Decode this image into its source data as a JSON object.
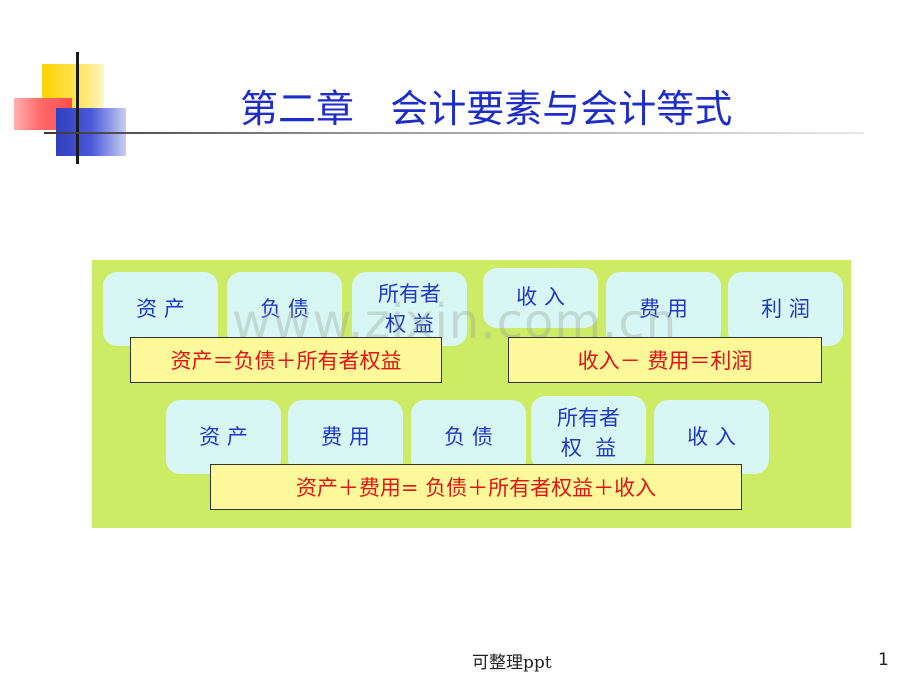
{
  "slide": {
    "title": "第二章   会计要素与会计等式",
    "footer": "可整理ppt",
    "page_number": "1",
    "watermark": "www.zixin.com.cn"
  },
  "row1": {
    "chips": [
      "资 产",
      "负 债",
      "所有者\n权 益",
      "收 入",
      "费 用",
      "利 润"
    ],
    "formula_left": "资产＝负债＋所有者权益",
    "formula_right": "收入－ 费用＝利润"
  },
  "row2": {
    "chips": [
      "资 产",
      "费 用",
      "负 债",
      "所有者\n权  益",
      "收 入"
    ],
    "formula": "资产＋费用= 负债＋所有者权益＋收入"
  },
  "colors": {
    "title": "#1f2dc8",
    "panel": "#ccec66",
    "chip": "#d8f7f4",
    "chip_text": "#2038c0",
    "formula_bg": "#fdf99a",
    "formula_text": "#e01414"
  }
}
